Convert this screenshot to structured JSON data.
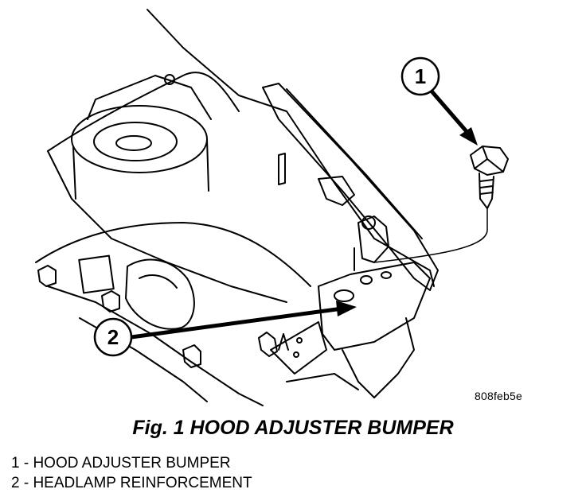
{
  "figure": {
    "code": "808feb5e",
    "title": "Fig. 1 HOOD ADJUSTER BUMPER"
  },
  "callouts": [
    {
      "number": "1"
    },
    {
      "number": "2"
    }
  ],
  "legend": [
    {
      "text": "1 - HOOD ADJUSTER BUMPER"
    },
    {
      "text": "2 - HEADLAMP REINFORCEMENT"
    }
  ]
}
